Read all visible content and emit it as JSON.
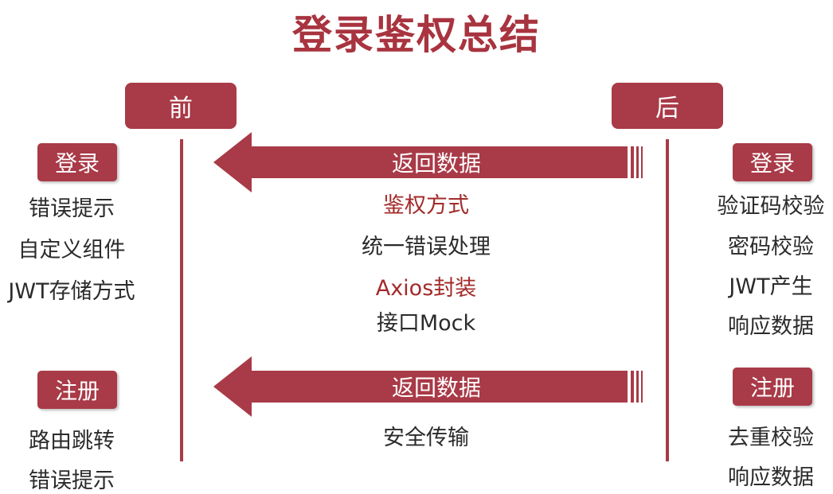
{
  "title": "登录鉴权总结",
  "colors": {
    "accent": "#a93a47",
    "accent_text": "#a32b2b",
    "text": "#2b2b2b"
  },
  "front": {
    "header": "前",
    "login": {
      "label": "登录",
      "items": [
        "错误提示",
        "自定义组件",
        "JWT存储方式"
      ]
    },
    "register": {
      "label": "注册",
      "items": [
        "路由跳转",
        "错误提示"
      ]
    }
  },
  "back": {
    "header": "后",
    "login": {
      "label": "登录",
      "items": [
        "验证码校验",
        "密码校验",
        "JWT产生",
        "响应数据"
      ]
    },
    "register": {
      "label": "注册",
      "items": [
        "去重校验",
        "响应数据"
      ]
    }
  },
  "middle": {
    "arrow_top": "返回数据",
    "topics": [
      "鉴权方式",
      "统一错误处理",
      "Axios封装",
      "接口Mock"
    ],
    "arrow_bottom": "返回数据",
    "bottom_topic": "安全传输"
  }
}
